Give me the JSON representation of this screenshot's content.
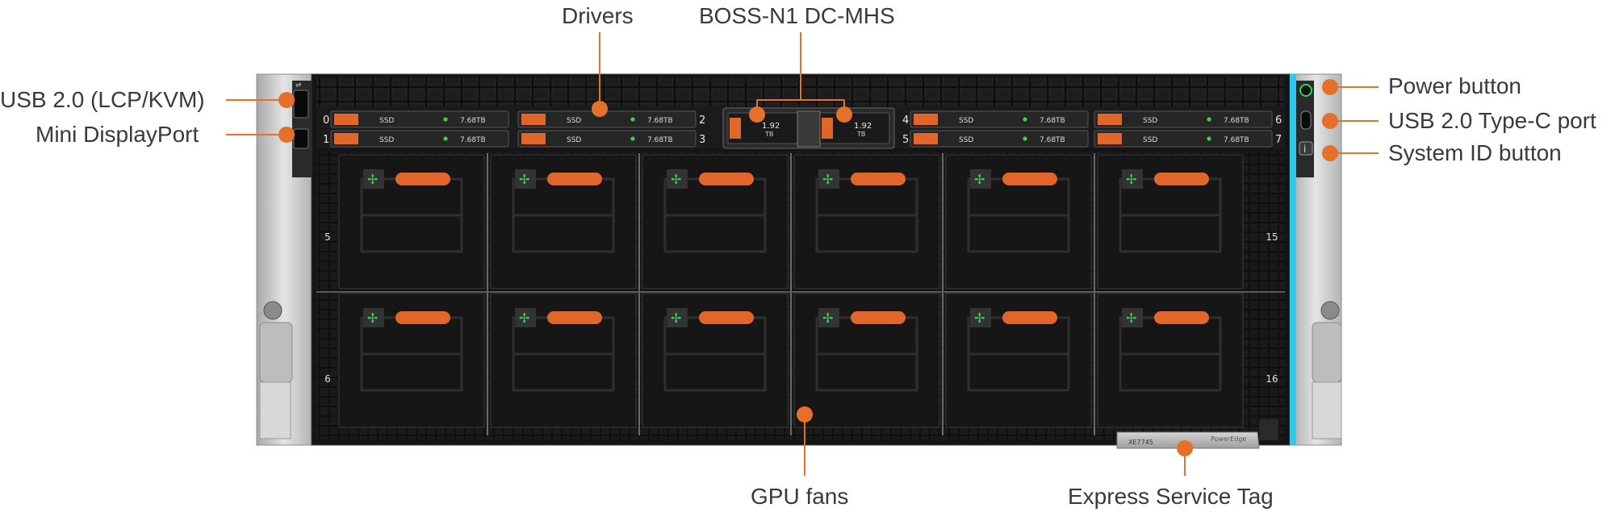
{
  "colors": {
    "callout": "#e5702a",
    "chassis_dark": "#141414",
    "chassis_silver": "#c9c9c9",
    "fan_accent": "#e2662a",
    "status_green": "#37d25a",
    "id_strip": "#2fc6f0"
  },
  "labels": {
    "drivers": "Drivers",
    "boss": "BOSS-N1 DC-MHS",
    "usb_lcp": "USB 2.0 (LCP/KVM)",
    "mini_dp": "Mini DisplayPort",
    "power_button": "Power button",
    "usb_c": "USB 2.0 Type-C port",
    "system_id": "System ID button",
    "gpu_fans": "GPU fans",
    "service_tag": "Express Service Tag"
  },
  "drive": {
    "type_label": "SSD",
    "capacity": "7.68TB",
    "boss_capacity": "1.92",
    "boss_unit": "TB"
  },
  "bay_numbers": [
    "0",
    "1",
    "2",
    "3",
    "4",
    "5",
    "6",
    "7"
  ],
  "fan_numbers": {
    "left_top": "5",
    "left_bottom": "6",
    "right_top": "15",
    "right_bottom": "16"
  },
  "service_tag": {
    "model": "XE7745",
    "brand": "PowerEdge"
  }
}
